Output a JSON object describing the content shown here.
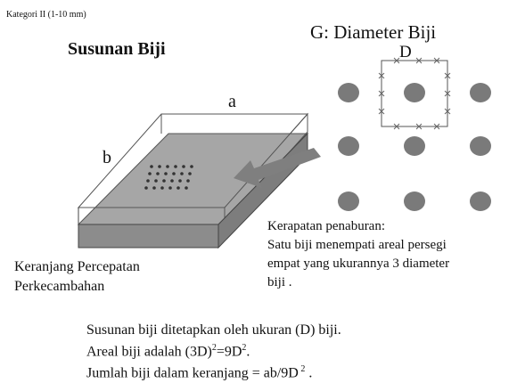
{
  "category_label": "Kategori II (1-10 mm)",
  "heading": "Susunan Biji",
  "spacing": {
    "title": "G:  Diameter Biji",
    "d_label": "D"
  },
  "tray": {
    "side_a": "a",
    "side_b": "b",
    "caption_lines": [
      "Keranjang Percepatan",
      "Perkecambahan"
    ]
  },
  "density_note": {
    "lines": [
      "Kerapatan penaburan:",
      "Satu biji menempati areal persegi",
      "empat yang ukurannya 3 diameter",
      "biji   ."
    ]
  },
  "bottom_text": {
    "line1": "Susunan biji  ditetapkan oleh ukuran (D) biji.",
    "line2_pre": "Areal biji adalah (3D)",
    "line2_sup1": "2",
    "line2_mid": "=9D",
    "line2_sup2": "2",
    "line2_post": ".",
    "line3_pre": "Jumlah biji dalam keranjang = ab/9D",
    "line3_sup": " 2",
    "line3_post": " ."
  },
  "colors": {
    "seed": "#7a7a7a",
    "tray_front": "#8c8c8c",
    "tray_top_inner": "#a6a6a6",
    "arrow": "#7f7f7f"
  }
}
